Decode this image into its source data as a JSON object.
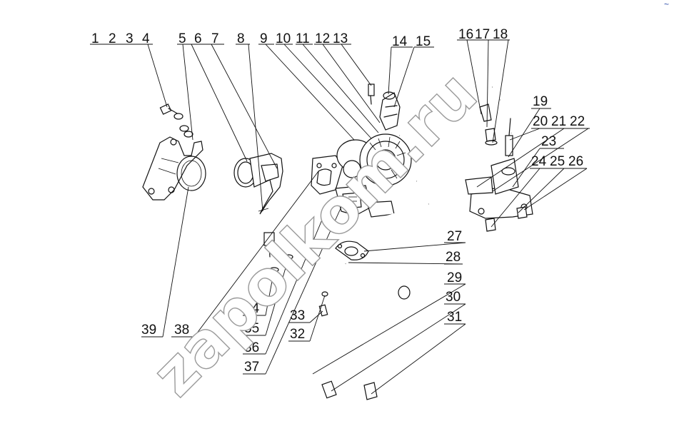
{
  "diagram": {
    "corner_mark": "~",
    "watermark": "zapolkom.ru",
    "callouts": [
      {
        "id": "c1",
        "label": "1"
      },
      {
        "id": "c2",
        "label": "2"
      },
      {
        "id": "c3",
        "label": "3"
      },
      {
        "id": "c4",
        "label": "4"
      },
      {
        "id": "c5",
        "label": "5"
      },
      {
        "id": "c6",
        "label": "6"
      },
      {
        "id": "c7",
        "label": "7"
      },
      {
        "id": "c8",
        "label": "8"
      },
      {
        "id": "c9",
        "label": "9"
      },
      {
        "id": "c10",
        "label": "10"
      },
      {
        "id": "c11",
        "label": "11"
      },
      {
        "id": "c12",
        "label": "12"
      },
      {
        "id": "c13",
        "label": "13"
      },
      {
        "id": "c14",
        "label": "14"
      },
      {
        "id": "c15",
        "label": "15"
      },
      {
        "id": "c16",
        "label": "16"
      },
      {
        "id": "c17",
        "label": "17"
      },
      {
        "id": "c18",
        "label": "18"
      },
      {
        "id": "c19",
        "label": "19"
      },
      {
        "id": "c20",
        "label": "20"
      },
      {
        "id": "c21",
        "label": "21"
      },
      {
        "id": "c22",
        "label": "22"
      },
      {
        "id": "c23",
        "label": "23"
      },
      {
        "id": "c24",
        "label": "24"
      },
      {
        "id": "c25",
        "label": "25"
      },
      {
        "id": "c26",
        "label": "26"
      },
      {
        "id": "c27",
        "label": "27"
      },
      {
        "id": "c28",
        "label": "28"
      },
      {
        "id": "c29",
        "label": "29"
      },
      {
        "id": "c30",
        "label": "30"
      },
      {
        "id": "c31",
        "label": "31"
      },
      {
        "id": "c32",
        "label": "32"
      },
      {
        "id": "c33",
        "label": "33"
      },
      {
        "id": "c34",
        "label": "34"
      },
      {
        "id": "c35",
        "label": "35"
      },
      {
        "id": "c36",
        "label": "36"
      },
      {
        "id": "c37",
        "label": "37"
      },
      {
        "id": "c38",
        "label": "38"
      },
      {
        "id": "c39",
        "label": "39"
      }
    ]
  }
}
